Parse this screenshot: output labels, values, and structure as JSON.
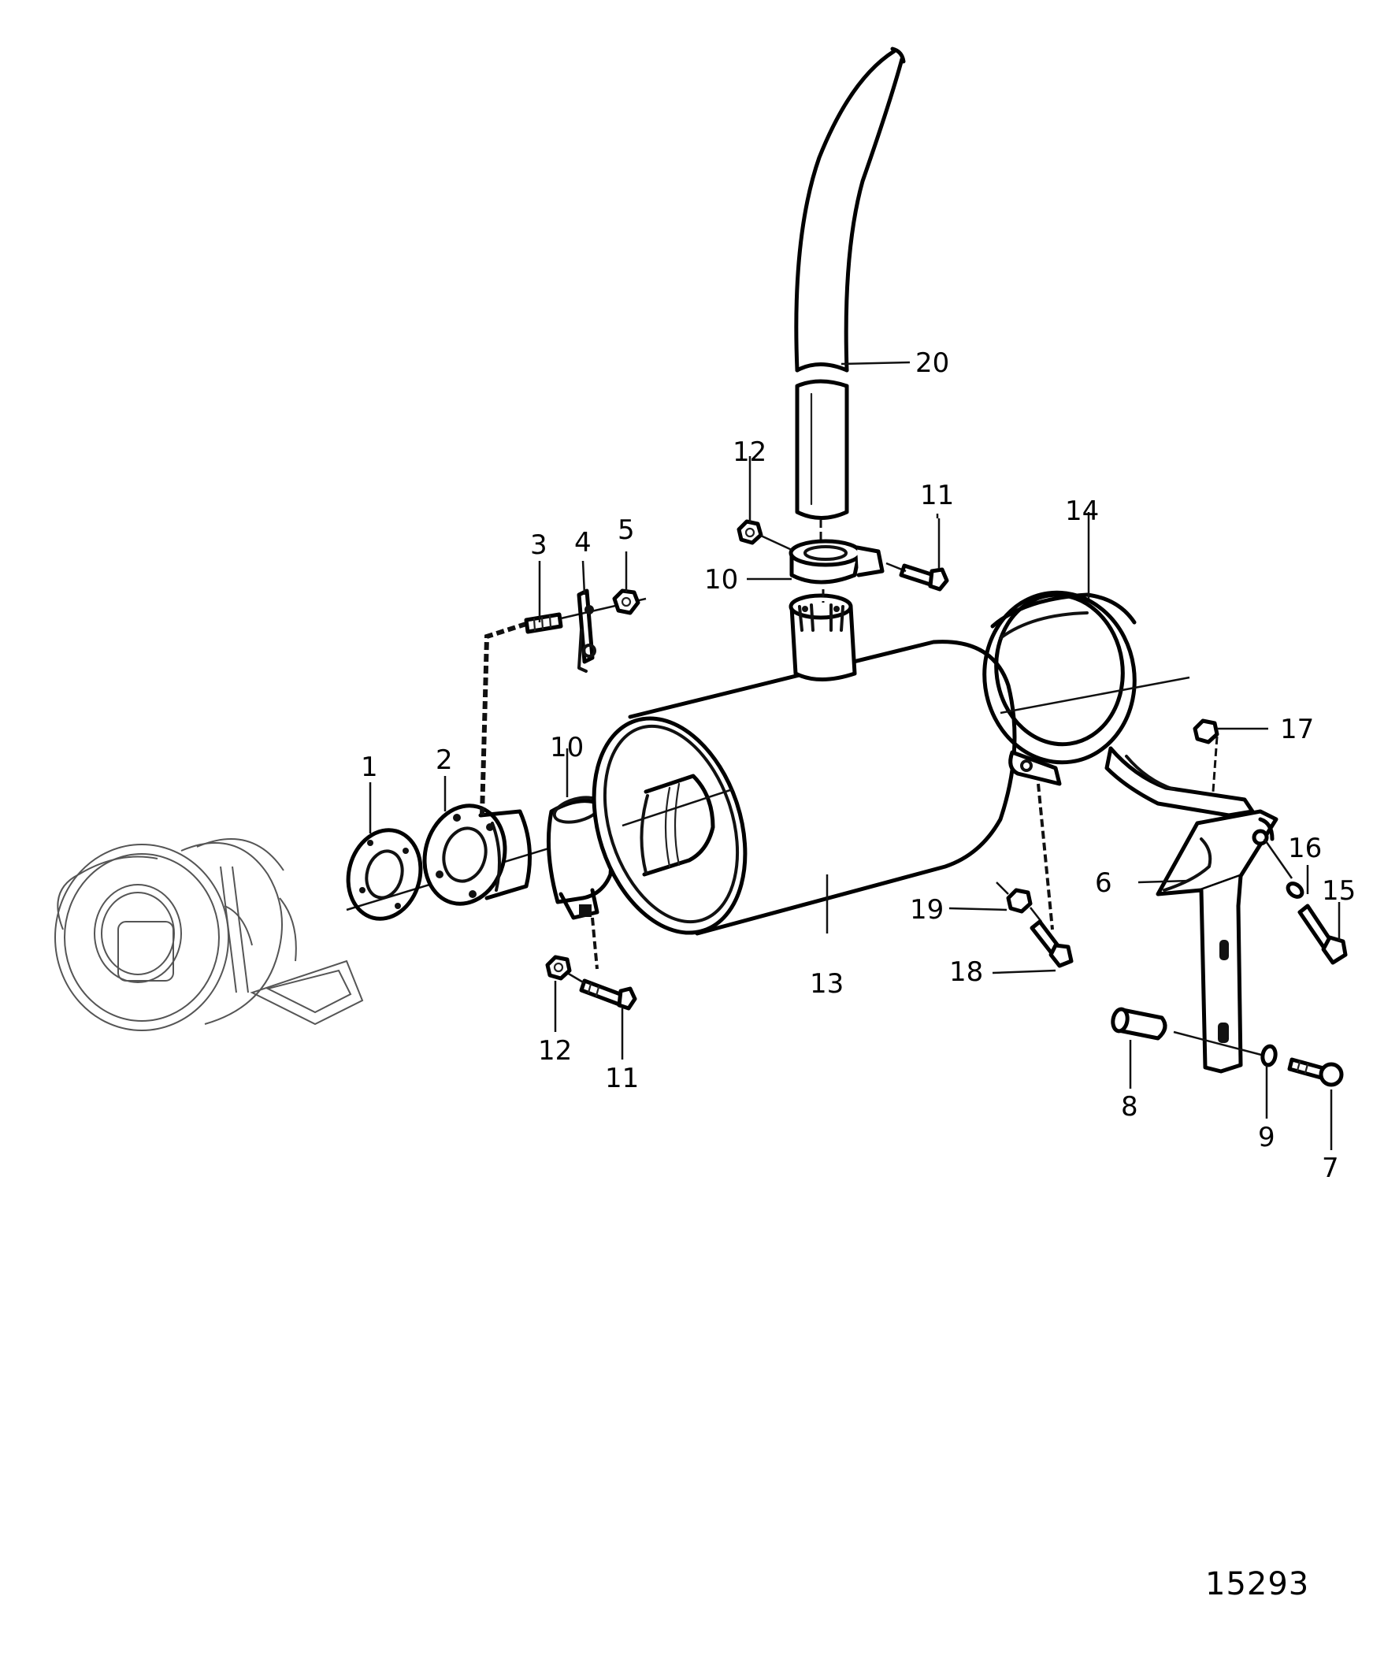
{
  "labels": {
    "l1": "1",
    "l2": "2",
    "l3": "3",
    "l4": "4",
    "l5": "5",
    "l6": "6",
    "l7": "7",
    "l8": "8",
    "l9": "9",
    "l10a": "10",
    "l10b": "10",
    "l11a": "11",
    "l11b": "11",
    "l12a": "12",
    "l12b": "12",
    "l13": "13",
    "l14": "14",
    "l15": "15",
    "l16": "16",
    "l17": "17",
    "l18": "18",
    "l19": "19",
    "l20": "20"
  },
  "reference_number": "15293"
}
